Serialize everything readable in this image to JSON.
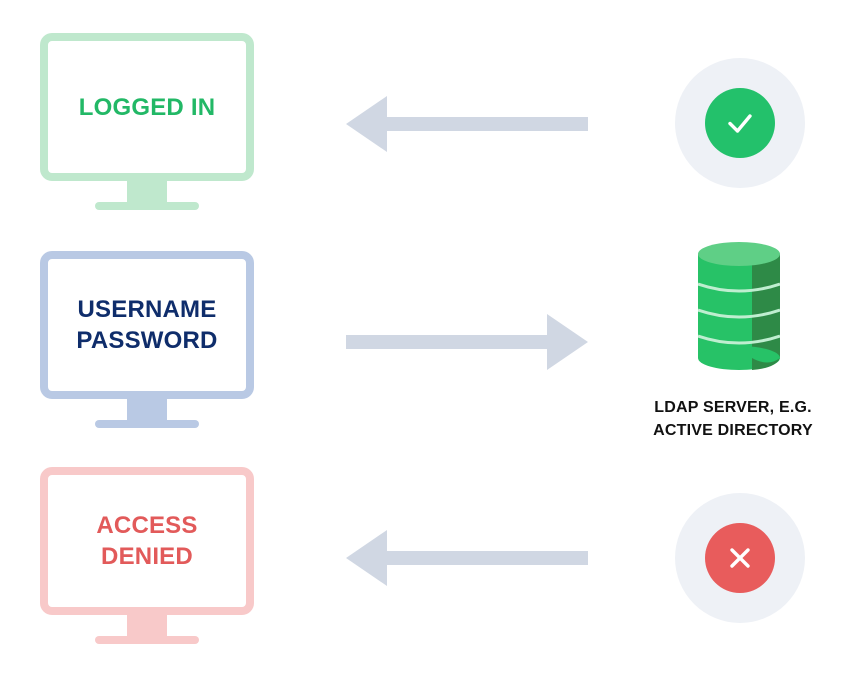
{
  "monitors": {
    "logged_in": {
      "text_lines": [
        "LOGGED IN"
      ],
      "frame_color": "#bfe8cd",
      "text_color": "#22b866"
    },
    "credentials": {
      "text_lines": [
        "USERNAME",
        "PASSWORD"
      ],
      "frame_color": "#b9c9e4",
      "text_color": "#0f2d6b"
    },
    "denied": {
      "text_lines": [
        "ACCESS",
        "DENIED"
      ],
      "frame_color": "#f8c9c9",
      "text_color": "#e25a5a"
    }
  },
  "arrows": {
    "color": "#d0d7e3",
    "directions": [
      "left",
      "right",
      "left"
    ]
  },
  "status": {
    "success": {
      "icon": "check-icon",
      "color": "#23c16b"
    },
    "failure": {
      "icon": "close-icon",
      "color": "#e85c5c"
    }
  },
  "server": {
    "icon": "database-icon",
    "label_lines": [
      "LDAP SERVER, E.G.",
      "ACTIVE DIRECTORY"
    ],
    "colors": {
      "body": "#27c267",
      "shade": "#2e8a47",
      "top": "#5fcf86"
    }
  }
}
